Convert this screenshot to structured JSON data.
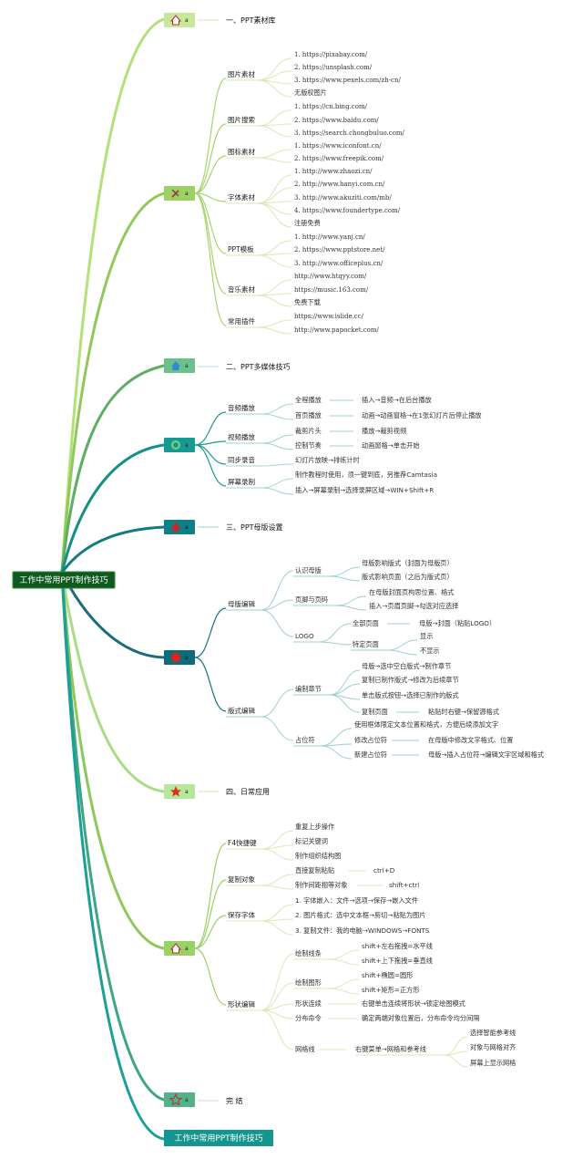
{
  "root": {
    "label": "工作中常用PPT制作技巧",
    "bottom_label": "工作中常用PPT制作技巧"
  },
  "badge_text": "a",
  "sections": [
    {
      "title": "一、PPT素材库",
      "icon": "house-icon"
    },
    {
      "title": "",
      "icon": "tools-icon"
    },
    {
      "title": "二、PPT多媒体技巧",
      "icon": "house-icon"
    },
    {
      "title": "",
      "icon": "gear-icon"
    },
    {
      "title": "三、PPT母版设置",
      "icon": "house-icon"
    },
    {
      "title": "",
      "icon": "red-dot-icon"
    },
    {
      "title": "四、日常应用",
      "icon": "star-icon"
    },
    {
      "title": "",
      "icon": "house-icon"
    },
    {
      "title": "完 结",
      "icon": "star-outline-icon"
    }
  ],
  "material": {
    "groups": [
      {
        "label": "图片素材",
        "items": [
          "1. https://pixabay.com/",
          "2. https://unsplash.com/",
          "3. https://www.pexels.com/zh-cn/",
          "无版权图片"
        ]
      },
      {
        "label": "图片搜索",
        "items": [
          "1. https://cn.bing.com/",
          "2. https://www.baidu.com/",
          "3. https://search.chongbuluo.com/"
        ]
      },
      {
        "label": "图标素材",
        "items": [
          "1. https://www.iconfont.cn/",
          "2. https://www.freepik.com/"
        ]
      },
      {
        "label": "字体素材",
        "items": [
          "1. http://www.zhaozi.cn/",
          "2. http://www.hanyi.com.cn/",
          "3. http://www.akuziti.com/mb/",
          "4. https://www.foundertype.com/",
          "注册免费"
        ]
      },
      {
        "label": "PPT模板",
        "items": [
          "1. http://www.yanj.cn/",
          "2. https://www.pptstore.net/",
          "3. http://www.officeplus.cn/"
        ]
      },
      {
        "label": "音乐素材",
        "items": [
          "http://www.htqyy.com/",
          "https://music.163.com/",
          "免费下载"
        ]
      },
      {
        "label": "常用插件",
        "items": [
          "https://www.islide.cc/",
          "http://www.papocket.com/"
        ]
      }
    ]
  },
  "media": {
    "groups": [
      {
        "label": "音频播放",
        "items": [
          {
            "label": "全程播放",
            "detail": "插入→音频→在后台播放"
          },
          {
            "label": "首页播放",
            "detail": "动画→动画窗格→在1张幻灯片后停止播放"
          }
        ]
      },
      {
        "label": "视频播放",
        "items": [
          {
            "label": "裁剪片头",
            "detail": "播放→裁剪视频"
          },
          {
            "label": "控制节奏",
            "detail": "动画窗格→单击开始"
          }
        ]
      },
      {
        "label": "同步录音",
        "items": [
          {
            "label": "幻灯片放映→排练计时",
            "detail": ""
          }
        ]
      },
      {
        "label": "屏幕录制",
        "items": [
          {
            "label": "制作教程时使用，须一键到底，另推荐Camtasia",
            "detail": ""
          },
          {
            "label": "插入→屏幕录制→选择录屏区域→WIN+Shift+R",
            "detail": ""
          }
        ]
      }
    ]
  },
  "master": {
    "mother_edit": {
      "label": "母版编辑",
      "know": {
        "label": "认识母版",
        "items": [
          "母版影响版式（封面为母版页）",
          "版式影响页面（之后为版式页）"
        ]
      },
      "header": {
        "label": "页脚与页码",
        "items": [
          "在母版封面页构思位置、格式",
          "插入→页眉页脚→勾选对应选择"
        ]
      },
      "logo": {
        "label": "LOGO",
        "all": {
          "label": "全部页面",
          "detail": "母版→封面（粘贴LOGO）"
        },
        "specific": {
          "label": "特定页面",
          "items": [
            "显示",
            "不显示"
          ]
        }
      }
    },
    "layout_edit": {
      "label": "版式编辑",
      "chapter": {
        "label": "编制章节",
        "items": [
          "母版→选中空白版式→制作章节",
          "复制已制作版式→修改为后续章节",
          "单击版式按钮→选择已制作的版式"
        ],
        "copy": {
          "label": "复制页面",
          "detail": "粘贴时右键→保留源格式"
        }
      },
      "placeholder": {
        "label": "占位符",
        "items": [
          {
            "label": "使用框体限定文本位置和格式，方便后续添加文字",
            "detail": ""
          },
          {
            "label": "修改占位符",
            "detail": "在母版中修改文字格式、位置"
          },
          {
            "label": "新建占位符",
            "detail": "母版→插入占位符→编辑文字区域和格式"
          }
        ]
      }
    }
  },
  "daily": {
    "f4": {
      "label": "F4快捷键",
      "items": [
        "重复上步操作",
        "标记关键词",
        "制作组织结构图"
      ]
    },
    "copy": {
      "label": "复制对象",
      "items": [
        {
          "label": "直接复制粘贴",
          "detail": "ctrl+D"
        },
        {
          "label": "制作间距相等对象",
          "detail": "shift+ctrl"
        }
      ]
    },
    "font": {
      "label": "保存字体",
      "items": [
        "1. 字体嵌入：文件→选项→保存→嵌入文件",
        "2. 图片格式：选中文本框→剪切→粘贴为图片",
        "3. 复制文件：我的电脑→WINDOWS→FONTS"
      ]
    },
    "shape": {
      "label": "形状编辑",
      "line": {
        "label": "绘制线条",
        "items": [
          "shift+左右拖拽=水平线",
          "shift+上下拖拽=垂直线"
        ]
      },
      "graph": {
        "label": "绘制图形",
        "items": [
          "shift+椭圆=圆形",
          "shift+矩形=正方形"
        ]
      },
      "cont": {
        "label": "形状连续",
        "detail": "右键单击连续将形状→锁定绘图模式"
      },
      "dist": {
        "label": "分布命令",
        "detail": "确定两端对象位置后，分布命令均分间隔"
      },
      "grid": {
        "label": "网格线",
        "detail": "右键菜单→网格和参考线",
        "items": [
          "选择智能参考线",
          "对象与网格对齐",
          "屏幕上显示网格"
        ]
      }
    }
  },
  "colors": {
    "root_fill": "#0f5a1c",
    "root_border": "#1c7a2c",
    "bottom_fill": "#14958d",
    "lime": "#a5d86b",
    "green": "#6ab84a",
    "teal": "#1b8e85",
    "tealdark": "#127a7d",
    "leafline": "#d7e4b0",
    "tealleaf": "#9fd4cc"
  }
}
